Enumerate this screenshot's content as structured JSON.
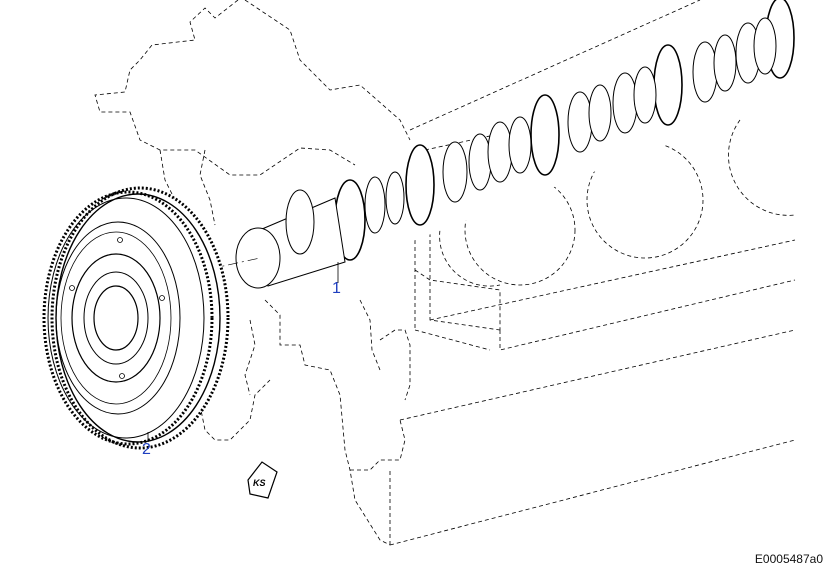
{
  "figure": {
    "callouts": [
      {
        "number": "1",
        "part": "camshaft"
      },
      {
        "number": "2",
        "part": "camshaft-gear"
      }
    ],
    "symbol_label": "KS",
    "document_code": "E0005487a0",
    "colors": {
      "line": "#000000",
      "callout": "#1f3fbf",
      "background": "#ffffff"
    }
  }
}
